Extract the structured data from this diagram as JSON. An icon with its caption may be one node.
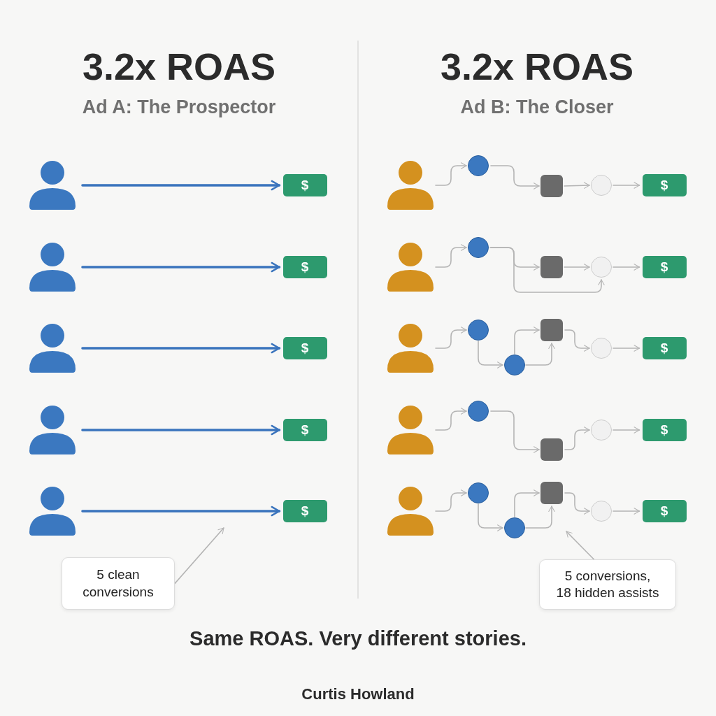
{
  "diagram": {
    "caption": "Same ROAS. Very different stories.",
    "nodes": [
      {
        "text": [],
        "shape": "person"
      },
      {
        "text": [
          "$"
        ]
      },
      {
        "text": [],
        "shape": "person"
      },
      {
        "text": [
          "$"
        ]
      },
      {
        "text": [],
        "shape": "person"
      },
      {
        "text": [
          "$"
        ]
      },
      {
        "text": [],
        "shape": "person"
      },
      {
        "text": [
          "$"
        ]
      },
      {
        "text": [],
        "shape": "person"
      },
      {
        "text": [
          "$"
        ]
      },
      {
        "text": [
          "5 clean conversions"
        ]
      },
      {
        "text": [],
        "shape": "person"
      },
      {
        "text": [],
        "shape": "circle"
      },
      {
        "text": [],
        "shape": "box"
      },
      {
        "text": [],
        "shape": "circle"
      },
      {
        "text": [
          "$"
        ]
      },
      {
        "text": [],
        "shape": "person"
      },
      {
        "text": [],
        "shape": "circle"
      },
      {
        "text": [],
        "shape": "box"
      },
      {
        "text": [],
        "shape": "circle"
      },
      {
        "text": [
          "$"
        ]
      },
      {
        "text": [],
        "shape": "person"
      },
      {
        "text": [],
        "shape": "circle"
      },
      {
        "text": [],
        "shape": "circle"
      },
      {
        "text": [],
        "shape": "box"
      },
      {
        "text": [],
        "shape": "circle"
      },
      {
        "text": [
          "$"
        ]
      },
      {
        "text": [],
        "shape": "person"
      },
      {
        "text": [],
        "shape": "circle"
      },
      {
        "text": [],
        "shape": "box"
      },
      {
        "text": [],
        "shape": "circle"
      },
      {
        "text": [
          "$"
        ]
      },
      {
        "text": [],
        "shape": "person"
      },
      {
        "text": [],
        "shape": "circle"
      },
      {
        "text": [],
        "shape": "circle"
      },
      {
        "text": [],
        "shape": "box"
      },
      {
        "text": [],
        "shape": "circle"
      },
      {
        "text": [
          "$"
        ]
      },
      {
        "text": [
          "5 conversions, 18 hidden assists"
        ]
      }
    ],
    "edges": [
      {
        "from": 0,
        "to": 1,
        "arrow": "to",
        "style": "thick",
        "color": "#3a74bd"
      },
      {
        "from": 2,
        "to": 3,
        "arrow": "to",
        "style": "thick",
        "color": "#3a74bd"
      },
      {
        "from": 4,
        "to": 5,
        "arrow": "to",
        "style": "thick",
        "color": "#3a74bd"
      },
      {
        "from": 6,
        "to": 7,
        "arrow": "to",
        "style": "thick",
        "color": "#3a74bd"
      },
      {
        "from": 8,
        "to": 9,
        "arrow": "to",
        "style": "thick",
        "color": "#3a74bd"
      },
      {
        "from": 11,
        "to": 12,
        "arrow": "to"
      },
      {
        "from": 12,
        "to": 13,
        "arrow": "to"
      },
      {
        "from": 13,
        "to": 14,
        "arrow": "to"
      },
      {
        "from": 14,
        "to": 15,
        "arrow": "to"
      },
      {
        "from": 16,
        "to": 17,
        "arrow": "to"
      },
      {
        "from": 17,
        "to": 18,
        "arrow": "to"
      },
      {
        "from": 18,
        "to": 19,
        "arrow": "to"
      },
      {
        "from": 17,
        "to": 19,
        "arrow": "to"
      },
      {
        "from": 19,
        "to": 20,
        "arrow": "to"
      },
      {
        "from": 21,
        "to": 22,
        "arrow": "to"
      },
      {
        "from": 22,
        "to": 23,
        "arrow": "to"
      },
      {
        "from": 23,
        "to": 24,
        "arrow": "to"
      },
      {
        "from": 23,
        "to": 24,
        "arrow": "to"
      },
      {
        "from": 24,
        "to": 25,
        "arrow": "to"
      },
      {
        "from": 25,
        "to": 26,
        "arrow": "to"
      },
      {
        "from": 27,
        "to": 28,
        "arrow": "to"
      },
      {
        "from": 28,
        "to": 29,
        "arrow": "to"
      },
      {
        "from": 29,
        "to": 30,
        "arrow": "to"
      },
      {
        "from": 30,
        "to": 31,
        "arrow": "to"
      },
      {
        "from": 32,
        "to": 33,
        "arrow": "to"
      },
      {
        "from": 33,
        "to": 34,
        "arrow": "to"
      },
      {
        "from": 34,
        "to": 35,
        "arrow": "to"
      },
      {
        "from": 34,
        "to": 35,
        "arrow": "to"
      },
      {
        "from": 35,
        "to": 36,
        "arrow": "to"
      },
      {
        "from": 36,
        "to": 37,
        "arrow": "to"
      },
      {
        "from": 10,
        "to": null,
        "arrow": "to"
      },
      {
        "from": 38,
        "to": null,
        "arrow": "to"
      }
    ],
    "labels": [
      "3.2x ROAS",
      "Ad A: The Prospector",
      "3.2x ROAS",
      "Ad B: The Closer",
      "Curtis Howland"
    ]
  }
}
